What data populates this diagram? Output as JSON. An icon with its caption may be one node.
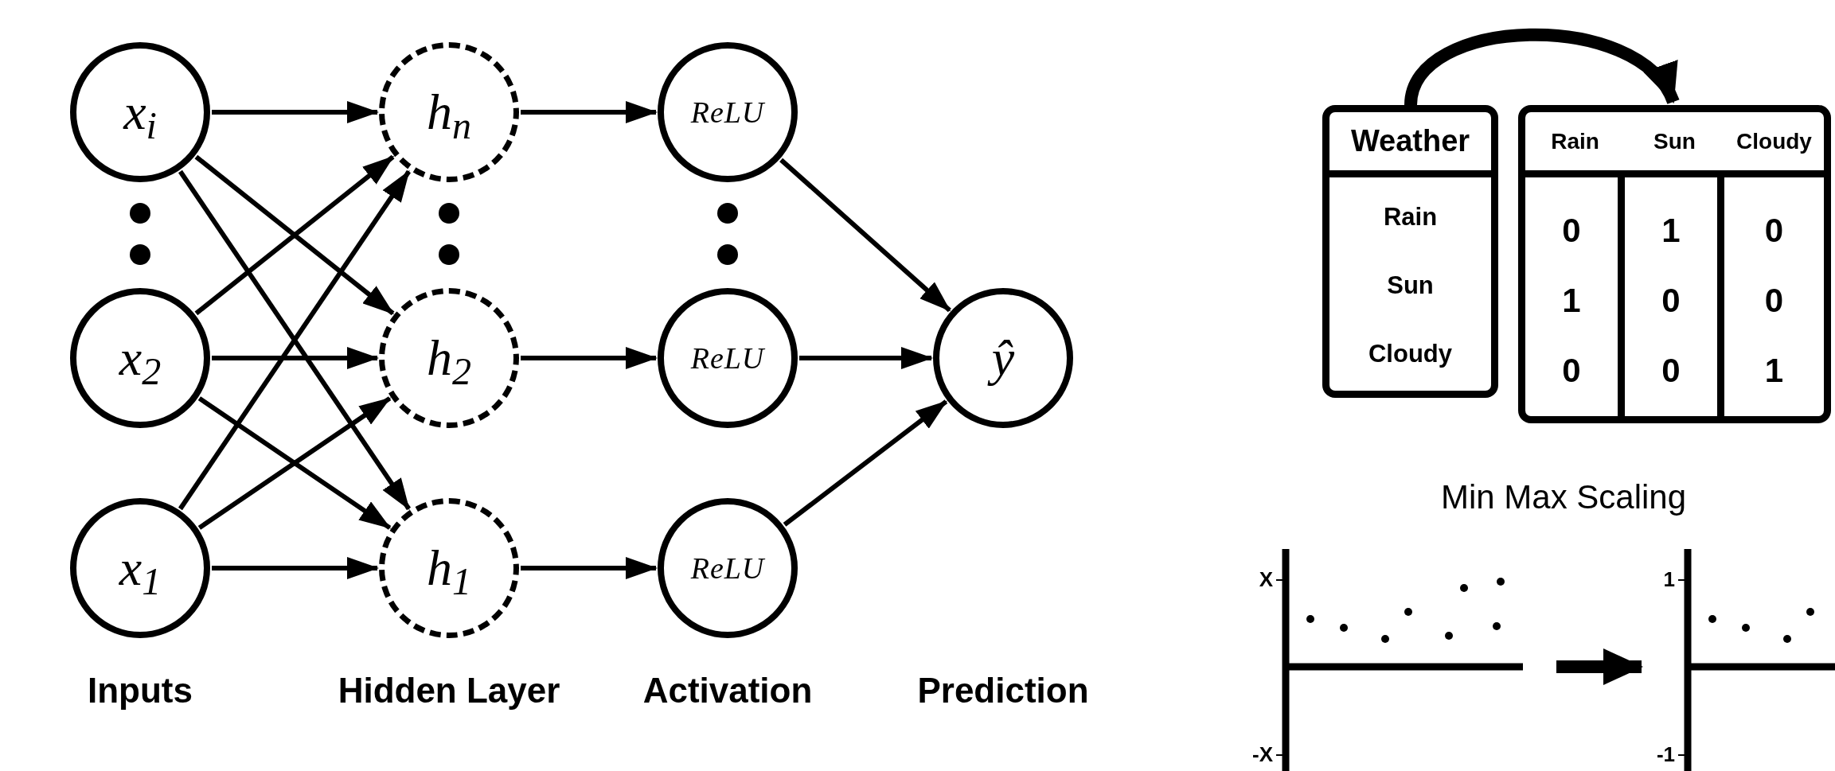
{
  "diagram": {
    "nodes": [
      {
        "text": [
          "x$_{i}$"
        ]
      },
      {
        "text": [
          "h$_{n}$"
        ]
      },
      {
        "text": [
          "ReLU"
        ]
      },
      {
        "text": [
          "x$_{2}$"
        ]
      },
      {
        "text": [
          "h$_{2}$"
        ]
      },
      {
        "text": [
          "ReLU"
        ]
      },
      {
        "text": [
          "ŷ"
        ]
      },
      {
        "text": [
          "x$_{1}$"
        ]
      },
      {
        "text": [
          "h$_{1}$"
        ]
      },
      {
        "text": [
          "ReLU"
        ]
      },
      {
        "text": [
          "Weather",
          "Rain",
          "Sun",
          "Cloudy"
        ]
      },
      {
        "text": [
          "Rain",
          "Sun",
          "Cloudy",
          "0",
          "1",
          "0",
          "1",
          "0",
          "0",
          "0",
          "0",
          "1"
        ]
      },
      {
        "text": [
          "X",
          "-X"
        ]
      },
      {
        "text": [
          "1",
          "-1"
        ]
      }
    ],
    "edges": [
      {
        "from": 0,
        "to": 1,
        "arrow": "to"
      },
      {
        "from": 0,
        "to": 4,
        "arrow": "to"
      },
      {
        "from": 0,
        "to": 8,
        "arrow": "to"
      },
      {
        "from": 3,
        "to": 1,
        "arrow": "to"
      },
      {
        "from": 3,
        "to": 4,
        "arrow": "to"
      },
      {
        "from": 3,
        "to": 8,
        "arrow": "to"
      },
      {
        "from": 7,
        "to": 1,
        "arrow": "to"
      },
      {
        "from": 7,
        "to": 4,
        "arrow": "to"
      },
      {
        "from": 7,
        "to": 8,
        "arrow": "to"
      },
      {
        "from": 1,
        "to": 2,
        "arrow": "to"
      },
      {
        "from": 4,
        "to": 5,
        "arrow": "to"
      },
      {
        "from": 8,
        "to": 9,
        "arrow": "to"
      },
      {
        "from": 2,
        "to": 6,
        "arrow": "to"
      },
      {
        "from": 5,
        "to": 6,
        "arrow": "to"
      },
      {
        "from": 9,
        "to": 6,
        "arrow": "to"
      },
      {
        "from": 10,
        "to": 11,
        "arrow": "to",
        "style": "thick"
      },
      {
        "from": 12,
        "to": 13,
        "arrow": "to",
        "style": "thick"
      }
    ],
    "labels": [
      "Inputs",
      "Hidden Layer",
      "Activation",
      "Prediction",
      "Min Max Scaling"
    ]
  }
}
